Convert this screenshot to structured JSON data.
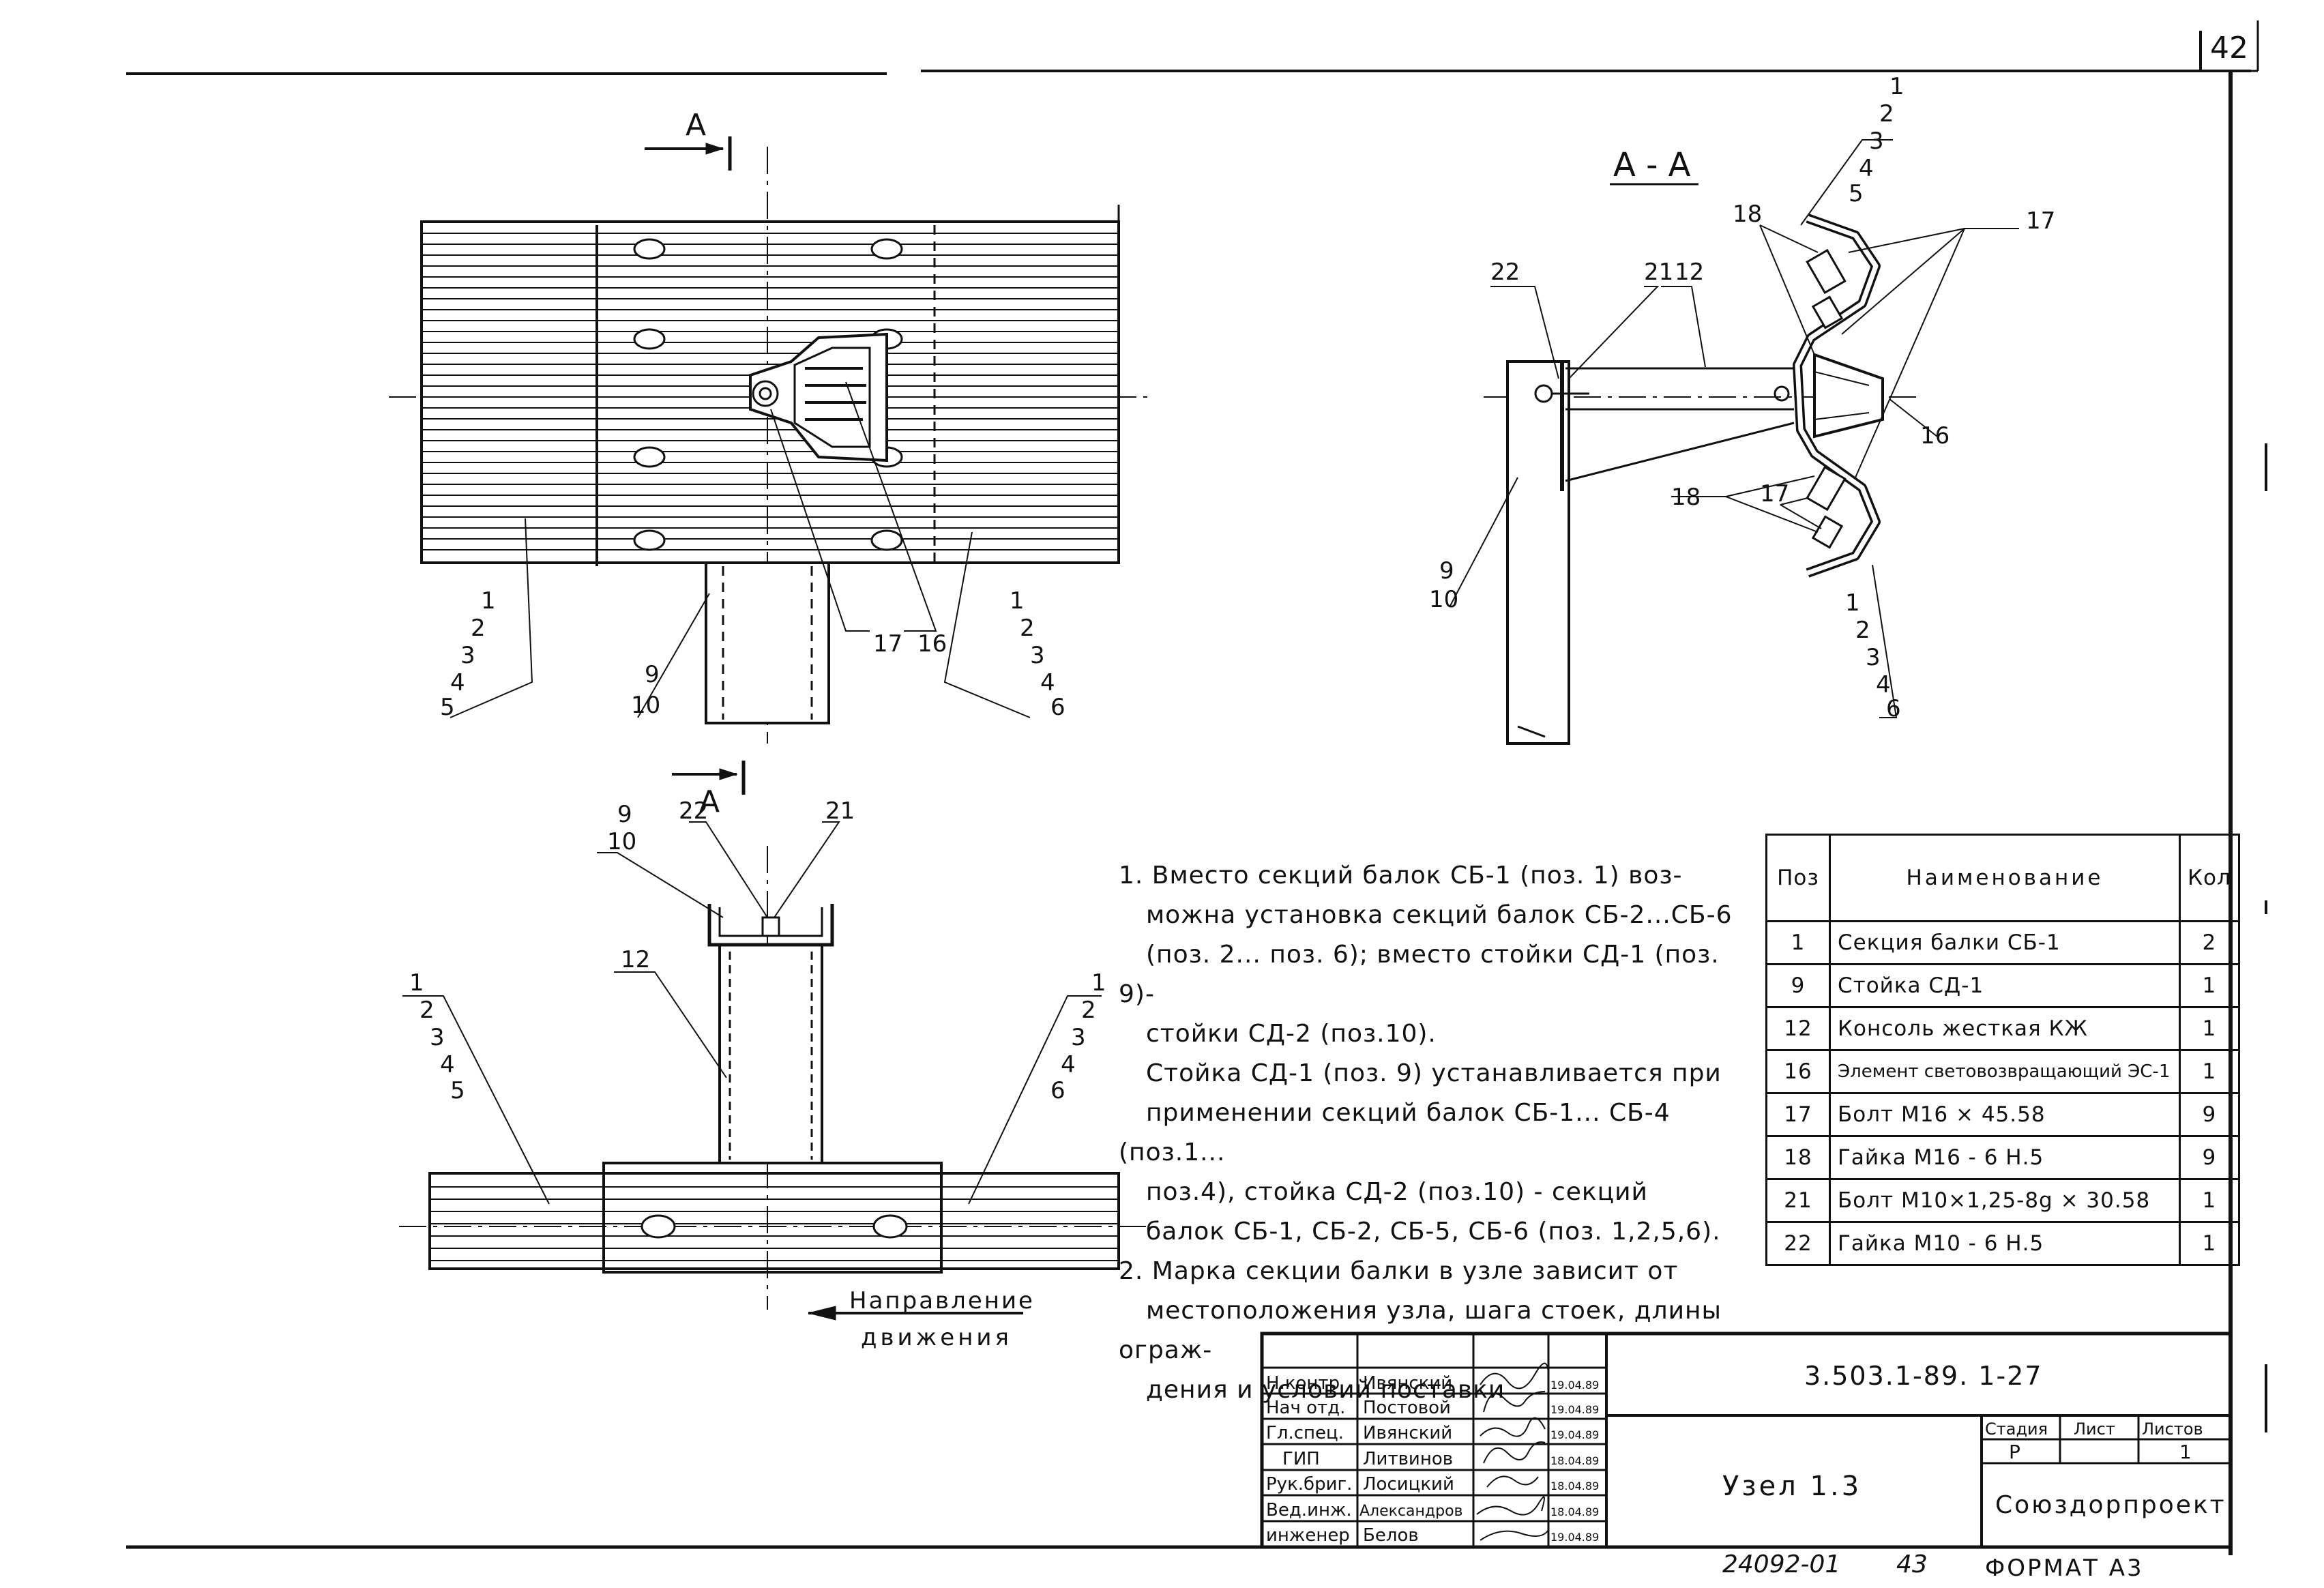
{
  "sheet": {
    "sheet_number": "42",
    "footer_left": "24092-01",
    "footer_mid": "43",
    "format": "ФОРМАТ А3"
  },
  "drawing": {
    "section_marker": "А",
    "section_title": "А - А",
    "direction_label_1": "Направление",
    "direction_label_2": "движения",
    "callouts": {
      "stack_1_5": [
        "1",
        "2",
        "3",
        "4",
        "5"
      ],
      "stack_1_6": [
        "1",
        "2",
        "3",
        "4",
        "6"
      ],
      "stack_9_10": [
        "9",
        "10"
      ],
      "p9": "9",
      "p10": "10",
      "p12": "12",
      "p16": "16",
      "p17": "17",
      "p18": "18",
      "p21": "21",
      "p22": "22"
    }
  },
  "notes": [
    "1. Вместо секций балок СБ-1 (поз. 1) воз-",
    "можна установка секций балок СБ-2...СБ-6",
    "(поз. 2... поз. 6); вместо стойки СД-1 (поз. 9)-",
    "стойки СД-2 (поз.10).",
    "Стойка СД-1 (поз. 9) устанавливается при",
    "применении секций балок СБ-1... СБ-4 (поз.1...",
    "поз.4), стойка СД-2 (поз.10) - секций",
    "балок СБ-1, СБ-2, СБ-5, СБ-6 (поз. 1,2,5,6).",
    "2. Марка секции балки в узле зависит от",
    "местоположения узла, шага стоек, длины ограж-",
    "дения и условий поставки"
  ],
  "spec_table": {
    "headers": {
      "pos": "Поз",
      "name": "Наименование",
      "qty": "Кол"
    },
    "rows": [
      {
        "pos": "1",
        "name": "Секция балки СБ-1",
        "qty": "2"
      },
      {
        "pos": "9",
        "name": "Стойка СД-1",
        "qty": "1"
      },
      {
        "pos": "12",
        "name": "Консоль жесткая КЖ",
        "qty": "1"
      },
      {
        "pos": "16",
        "name": "Элемент световозвращающий ЭС-1",
        "qty": "1"
      },
      {
        "pos": "17",
        "name": "Болт М16 × 45.58",
        "qty": "9"
      },
      {
        "pos": "18",
        "name": "Гайка М16 - 6 Н.5",
        "qty": "9"
      },
      {
        "pos": "21",
        "name": "Болт М10×1,25-8g × 30.58",
        "qty": "1"
      },
      {
        "pos": "22",
        "name": "Гайка М10 - 6 Н.5",
        "qty": "1"
      }
    ]
  },
  "title_block": {
    "doc_code": "3.503.1-89. 1-27",
    "title": "Узел 1.3",
    "organization": "Союздорпроект",
    "stage_label": "Стадия",
    "sheet_label": "Лист",
    "sheets_label": "Листов",
    "stage": "Р",
    "sheet": "",
    "sheets": "1",
    "signatures": [
      {
        "role": "Н.контр",
        "name": "Ивянский",
        "date": "19.04.89"
      },
      {
        "role": "Нач отд.",
        "name": "Постовой",
        "date": "19.04.89"
      },
      {
        "role": "Гл.спец.",
        "name": "Ивянский",
        "date": "19.04.89"
      },
      {
        "role": "ГИП",
        "name": "Литвинов",
        "date": "18.04.89"
      },
      {
        "role": "Рук.бриг.",
        "name": "Лосицкий",
        "date": "18.04.89"
      },
      {
        "role": "Вед.инж.",
        "name": "Александров",
        "date": "18.04.89"
      },
      {
        "role": "инженер",
        "name": "Белов",
        "date": "19.04.89"
      }
    ]
  }
}
